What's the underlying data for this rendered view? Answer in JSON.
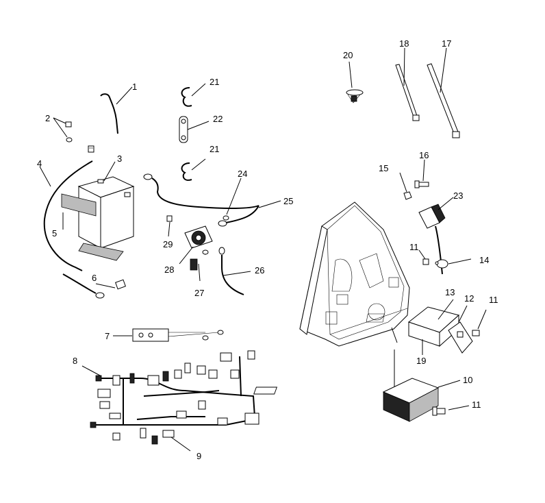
{
  "diagram": {
    "callouts": [
      "1",
      "2",
      "3",
      "4",
      "5",
      "6",
      "7",
      "8",
      "9",
      "10",
      "11",
      "11",
      "11",
      "12",
      "13",
      "14",
      "15",
      "16",
      "17",
      "18",
      "19",
      "20",
      "21",
      "21",
      "22",
      "23",
      "24",
      "25",
      "26",
      "27",
      "28",
      "29"
    ]
  }
}
